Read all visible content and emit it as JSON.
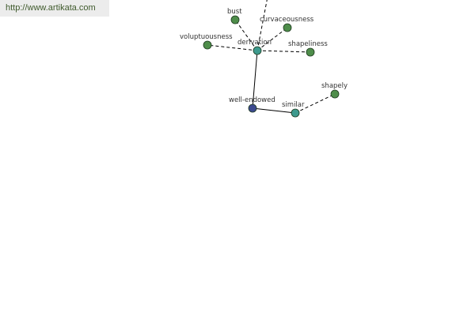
{
  "source": {
    "url": "http://www.artikata.com"
  },
  "colors": {
    "center": "#3c4a8f",
    "hub": "#3e9a8e",
    "leaf": "#4e8d4a",
    "edge": "#000000",
    "link_text": "#3f5a2c"
  },
  "graph": {
    "nodes": [
      {
        "id": "well-endowed",
        "label": "well-endowed",
        "kind": "center"
      },
      {
        "id": "derivation",
        "label": "derivation",
        "kind": "hub"
      },
      {
        "id": "similar",
        "label": "similar",
        "kind": "hub"
      },
      {
        "id": "bust",
        "label": "bust",
        "kind": "leaf"
      },
      {
        "id": "curvaceousness",
        "label": "curvaceousness",
        "kind": "leaf"
      },
      {
        "id": "voluptuousness",
        "label": "voluptuousness",
        "kind": "leaf"
      },
      {
        "id": "shapeliness",
        "label": "shapeliness",
        "kind": "leaf"
      },
      {
        "id": "shapely",
        "label": "shapely",
        "kind": "leaf"
      },
      {
        "id": "offscreen",
        "label": "",
        "kind": "hidden"
      }
    ],
    "edges": [
      {
        "from": "well-endowed",
        "to": "derivation",
        "style": "solid"
      },
      {
        "from": "well-endowed",
        "to": "similar",
        "style": "solid"
      },
      {
        "from": "derivation",
        "to": "bust",
        "style": "dashed"
      },
      {
        "from": "derivation",
        "to": "curvaceousness",
        "style": "dashed"
      },
      {
        "from": "derivation",
        "to": "voluptuousness",
        "style": "dashed"
      },
      {
        "from": "derivation",
        "to": "shapeliness",
        "style": "dashed"
      },
      {
        "from": "derivation",
        "to": "offscreen",
        "style": "dashed"
      },
      {
        "from": "similar",
        "to": "shapely",
        "style": "dashed"
      }
    ]
  }
}
